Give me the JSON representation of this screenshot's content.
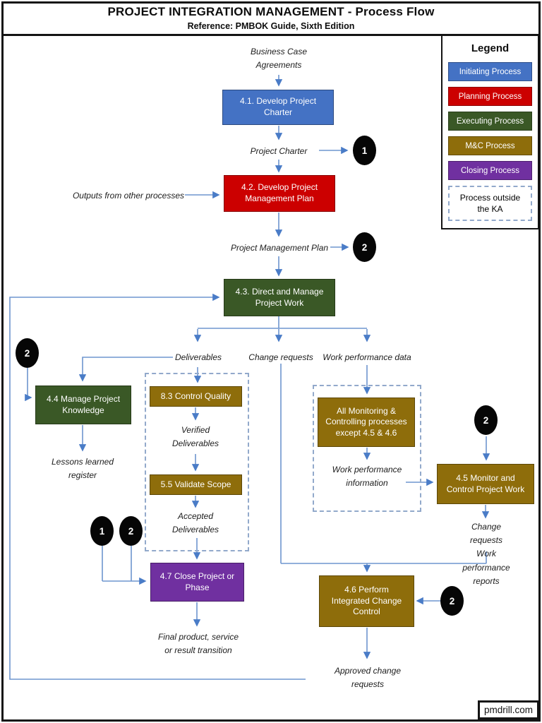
{
  "header": {
    "title": "PROJECT INTEGRATION MANAGEMENT - Process Flow",
    "subtitle": "Reference: PMBOK Guide, Sixth Edition"
  },
  "legend": {
    "title": "Legend",
    "items": [
      {
        "label": "Initiating Process",
        "color": "#4472C4"
      },
      {
        "label": "Planning Process",
        "color": "#CC0000"
      },
      {
        "label": "Executing Process",
        "color": "#3A5826"
      },
      {
        "label": "M&C Process",
        "color": "#8E6D0B"
      },
      {
        "label": "Closing Process",
        "color": "#7030A0"
      },
      {
        "label": "Process outside\nthe KA",
        "style": "dashed-outline"
      }
    ]
  },
  "processes": {
    "p41": {
      "label": "4.1. Develop Project\nCharter",
      "category": "Initiating"
    },
    "p42": {
      "label": "4.2. Develop Project\nManagement Plan",
      "category": "Planning"
    },
    "p43": {
      "label": "4.3. Direct and Manage\nProject Work",
      "category": "Executing"
    },
    "p44": {
      "label": "4.4 Manage Project\nKnowledge",
      "category": "Executing"
    },
    "p83": {
      "label": "8.3 Control Quality",
      "category": "M&C"
    },
    "p55": {
      "label": "5.5 Validate Scope",
      "category": "M&C"
    },
    "monitoring": {
      "label": "All Monitoring &\nControlling processes\nexcept 4.5 & 4.6",
      "category": "M&C"
    },
    "p45": {
      "label": "4.5 Monitor and\nControl Project Work",
      "category": "M&C"
    },
    "p47": {
      "label": "4.7 Close Project or\nPhase",
      "category": "Closing"
    },
    "p46": {
      "label": "4.6 Perform\nIntegrated Change\nControl",
      "category": "M&C"
    }
  },
  "flow_labels": {
    "business_case": "Business Case\nAgreements",
    "project_charter": "Project Charter",
    "outputs_other": "Outputs from other processes",
    "pm_plan": "Project Management Plan",
    "deliverables": "Deliverables",
    "change_requests": "Change requests",
    "work_perf_data": "Work performance data",
    "lessons_learned": "Lessons learned\nregister",
    "verified_deliverables": "Verified\nDeliverables",
    "accepted_deliverables": "Accepted\nDeliverables",
    "work_perf_info": "Work performance\ninformation",
    "cr_wpr": "Change requests\nWork performance reports",
    "final_product": "Final product, service\nor result transition",
    "approved_cr": "Approved change\nrequests"
  },
  "badges": {
    "b1": "1",
    "b2": "2",
    "b3": "2",
    "b4": "1",
    "b5": "2",
    "b6": "2",
    "b7": "2"
  },
  "colors": {
    "initiating": "#4472C4",
    "planning": "#CC0000",
    "executing": "#3A5826",
    "mc": "#8E6D0B",
    "closing": "#7030A0",
    "connector": "#6E95CF",
    "badge": "#060606"
  },
  "footer": {
    "brand": "pmdrill.com"
  }
}
